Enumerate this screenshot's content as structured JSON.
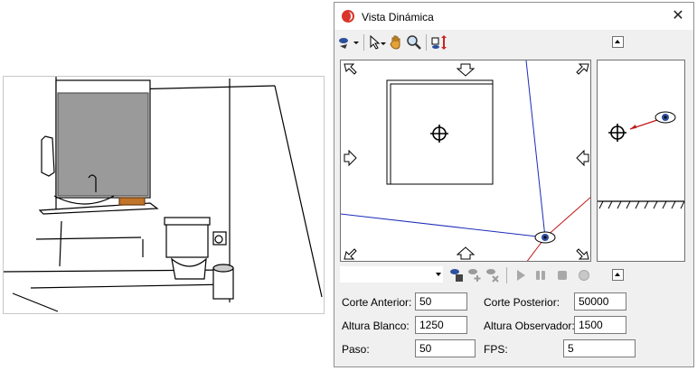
{
  "window": {
    "title": "Vista Dinámica",
    "close_glyph": "✕"
  },
  "toolbar": {
    "items": [
      "view-mode-icon",
      "select-arrow-icon",
      "pan-hand-icon",
      "zoom-magnifier-icon",
      "camera-height-icon"
    ]
  },
  "playback": {
    "items": [
      "camera-save-icon",
      "camera-add-icon",
      "camera-delete-icon",
      "play-icon",
      "pause-icon",
      "stop-icon",
      "record-icon"
    ]
  },
  "fields": {
    "corte_anterior": {
      "label": "Corte Anterior:",
      "value": "50"
    },
    "corte_posterior": {
      "label": "Corte Posterior:",
      "value": "50000"
    },
    "altura_blanco": {
      "label": "Altura Blanco:",
      "value": "1250"
    },
    "altura_observador": {
      "label": "Altura Observador:",
      "value": "1500"
    },
    "paso": {
      "label": "Paso:",
      "value": "50"
    },
    "fps": {
      "label": "FPS:",
      "value": "5"
    }
  },
  "colors": {
    "view_line": "#1c2bb8",
    "sight_line": "#c01818",
    "app_icon": "#d9352b"
  }
}
